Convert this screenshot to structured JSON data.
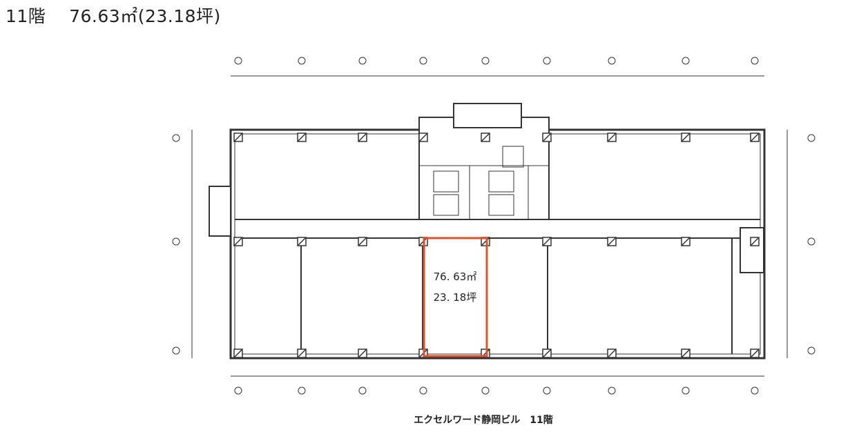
{
  "header": {
    "floor": "11階",
    "area_sqm": "76.63㎡",
    "area_tsubo": "(23.18坪)"
  },
  "plan": {
    "unit_area_sqm": "76. 63㎡",
    "unit_area_tsubo": "23. 18坪",
    "highlight_color": "#e0502a",
    "caption": "エクセルワード静岡ビル　11階"
  }
}
